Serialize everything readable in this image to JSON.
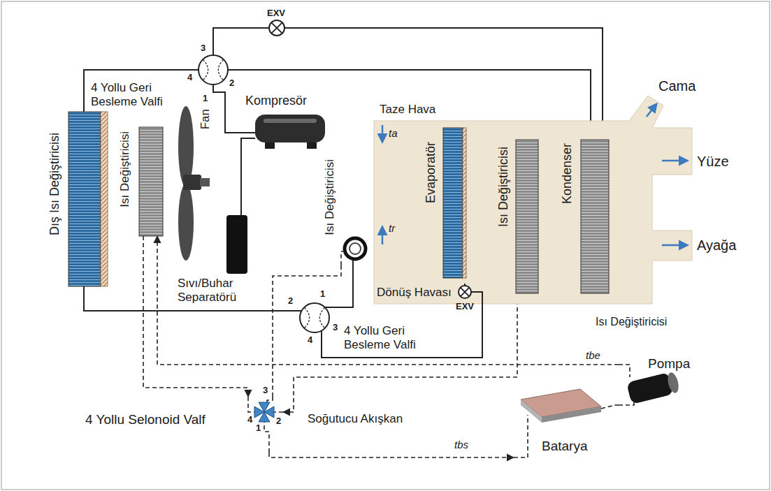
{
  "diagram": {
    "nodes": [
      {
        "text": [
          "Taze Hava",
          "Dönüş Havası"
        ]
      },
      {
        "text": [
          "Evaporatör"
        ],
        "in": 0
      },
      {
        "text": [
          "Isı Değiştiricisi"
        ],
        "in": 0
      },
      {
        "text": [
          "Kondenser"
        ],
        "in": 0
      },
      {
        "text": [
          "Dış Isı Değiştiricisi"
        ]
      },
      {
        "text": [
          "Isı Değiştiricisi"
        ]
      },
      {
        "text": [
          "Kompresör"
        ]
      },
      {
        "text": [
          "Sıvı/Buhar Separatörü"
        ]
      },
      {
        "text": [
          "Isı Değiştiricisi"
        ]
      },
      {
        "text": [
          "4 Yollu Geri Besleme Valfi"
        ]
      },
      {
        "text": [
          "4 Yollu Geri Besleme Valfi"
        ]
      },
      {
        "text": [
          "4 Yollu Selonoid Valf"
        ]
      },
      {
        "text": [
          "Pompa"
        ]
      },
      {
        "text": [
          "Batarya"
        ]
      },
      {
        "text": [
          "EXV"
        ]
      },
      {
        "text": [
          "EXV"
        ]
      }
    ],
    "edges": [
      {
        "from": 6,
        "to": 9,
        "arrow": "none"
      },
      {
        "from": 9,
        "to": 14,
        "arrow": "none"
      },
      {
        "from": 14,
        "to": 3,
        "arrow": "none"
      },
      {
        "from": 9,
        "to": 3,
        "arrow": "none"
      },
      {
        "from": 9,
        "to": 4,
        "arrow": "none"
      },
      {
        "from": 4,
        "to": 10,
        "arrow": "none"
      },
      {
        "from": 10,
        "to": 8,
        "arrow": "none"
      },
      {
        "from": 7,
        "to": 6,
        "arrow": "none"
      },
      {
        "from": 10,
        "to": 15,
        "arrow": "none"
      },
      {
        "from": 15,
        "to": 1,
        "arrow": "none"
      },
      {
        "from": 5,
        "to": 11,
        "arrow": "to"
      },
      {
        "from": 12,
        "to": 5,
        "arrow": "to"
      },
      {
        "from": 2,
        "to": 11,
        "arrow": "to"
      },
      {
        "from": 8,
        "to": 11,
        "arrow": "none"
      },
      {
        "from": 11,
        "to": 13,
        "arrow": "to"
      },
      {
        "from": 13,
        "to": 12,
        "arrow": "none"
      }
    ],
    "labels": [
      "3",
      "4",
      "2",
      "1",
      "Fan",
      "ta",
      "tr",
      "Cama",
      "Yüze",
      "Ayağa",
      "1",
      "2",
      "3",
      "4",
      "Isı Değiştiricisi",
      "tbe",
      "4",
      "3",
      "2",
      "1",
      "Soğutucu Akışkan",
      "tbs"
    ]
  }
}
